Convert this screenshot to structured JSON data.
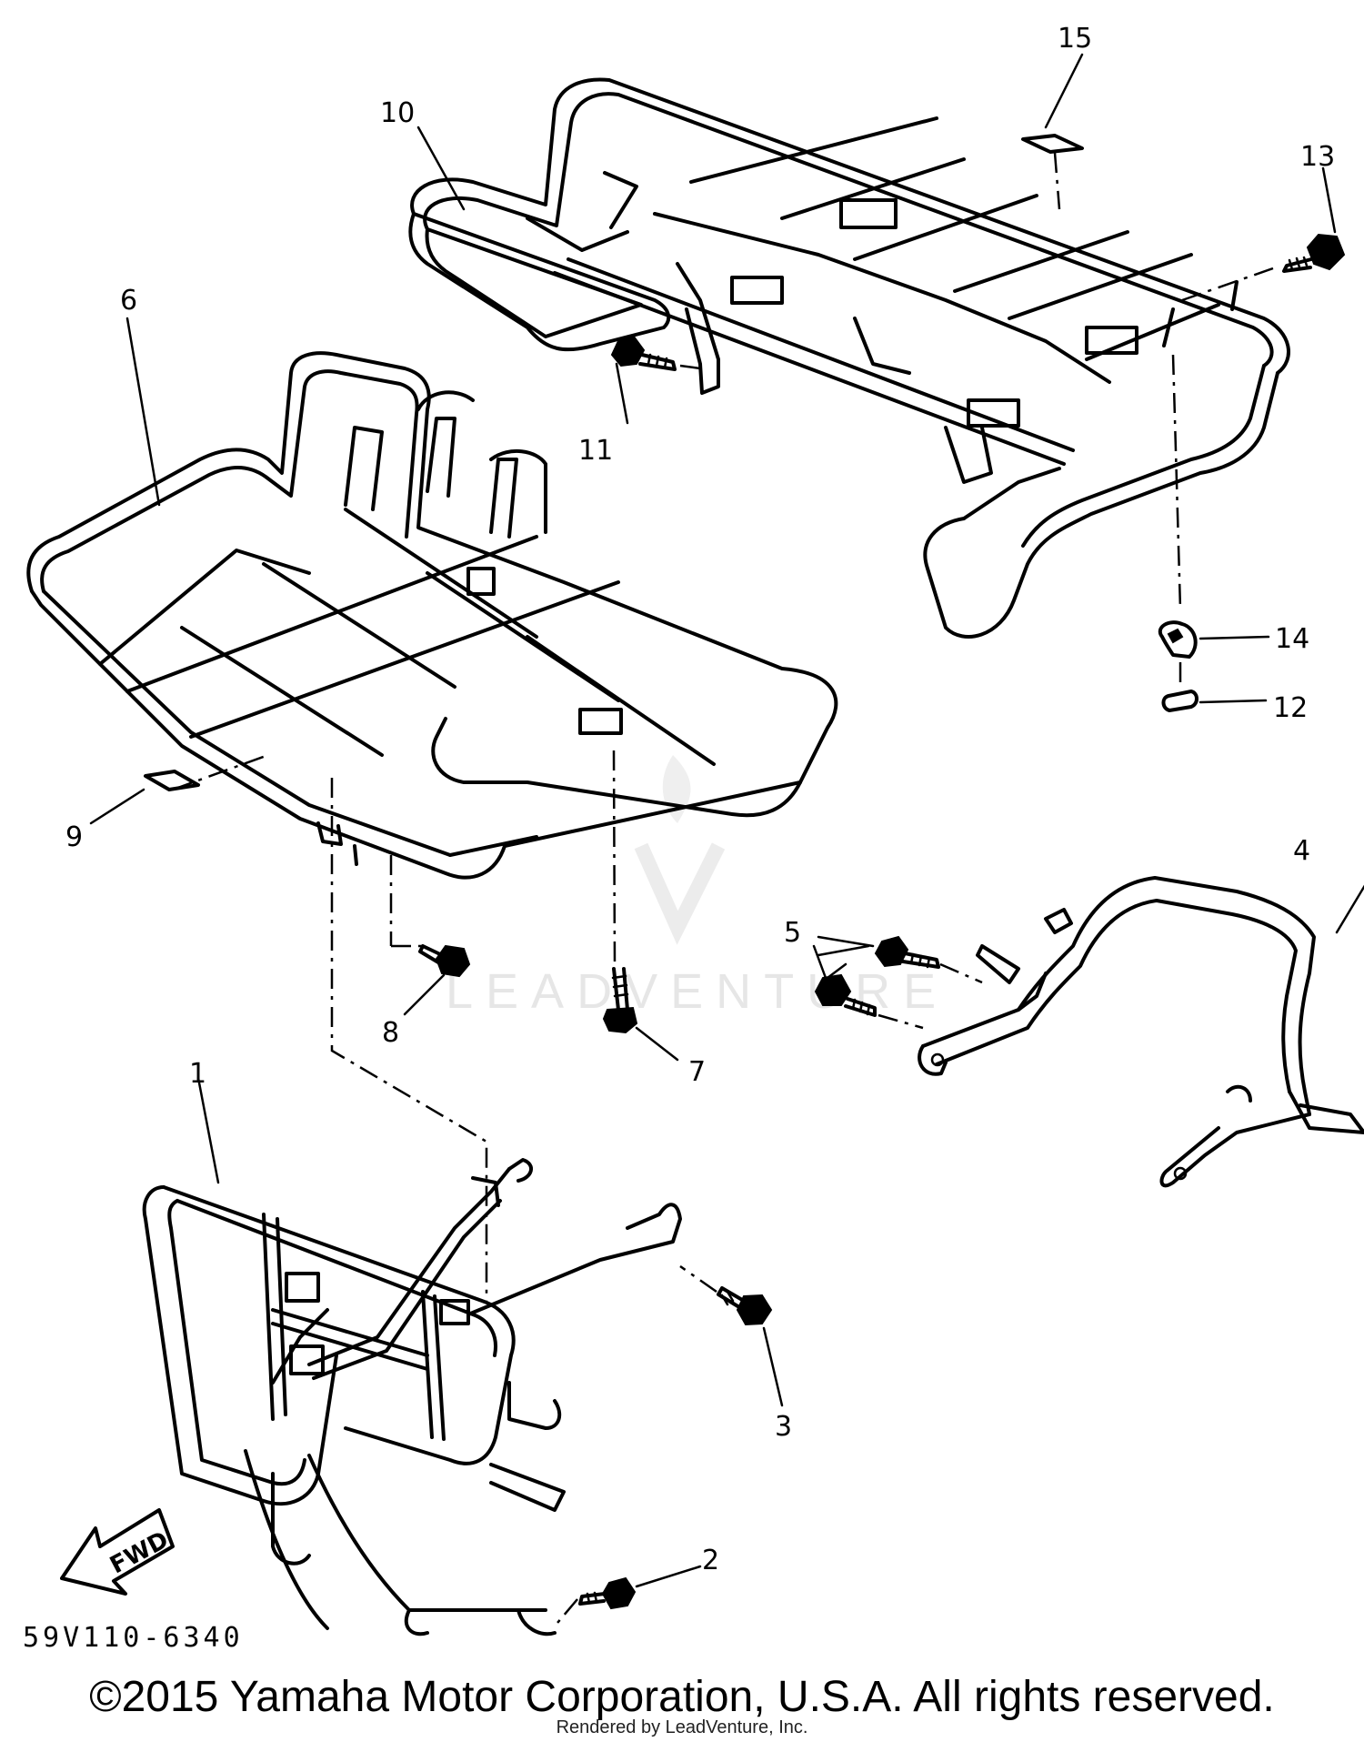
{
  "callouts": {
    "c1": "1",
    "c2": "2",
    "c3": "3",
    "c4": "4",
    "c5": "5",
    "c6": "6",
    "c7": "7",
    "c8": "8",
    "c9": "9",
    "c10": "10",
    "c11": "11",
    "c12": "12",
    "c13": "13",
    "c14": "14",
    "c15": "15"
  },
  "diagram_code": "59V110-6340",
  "fwd_label": "FWD",
  "watermark": "LEADVENTURE",
  "copyright": "©2015 Yamaha Motor Corporation, U.S.A. All rights reserved.",
  "rendered_by": "Rendered by LeadVenture, Inc."
}
